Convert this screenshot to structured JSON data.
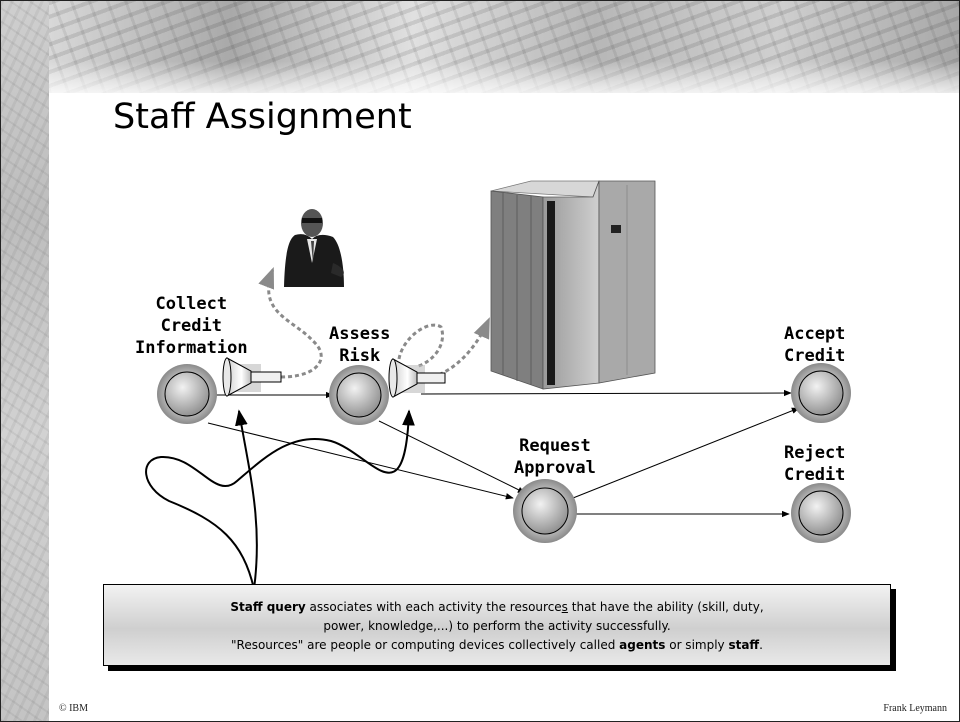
{
  "title": "Staff Assignment",
  "activities": {
    "collect": "Collect\nCredit\nInformation",
    "assess": "Assess\nRisk",
    "accept": "Accept\nCredit",
    "request": "Request\nApproval",
    "reject": "Reject\nCredit"
  },
  "note": {
    "l1": {
      "b1": "Staff query",
      "t1": " associates with each activity the resource",
      "u1": "s",
      "t2": " that have the ability (skill, duty,"
    },
    "l2": "power, knowledge,...) to perform the activity successfully.",
    "l3": {
      "t1": "\"Resources\" are people or computing devices collectively called ",
      "b1": "agents",
      "t2": " or simply ",
      "b2": "staff",
      "t3": "."
    }
  },
  "footer": {
    "left": "© IBM",
    "right": "Frank Leymann"
  }
}
